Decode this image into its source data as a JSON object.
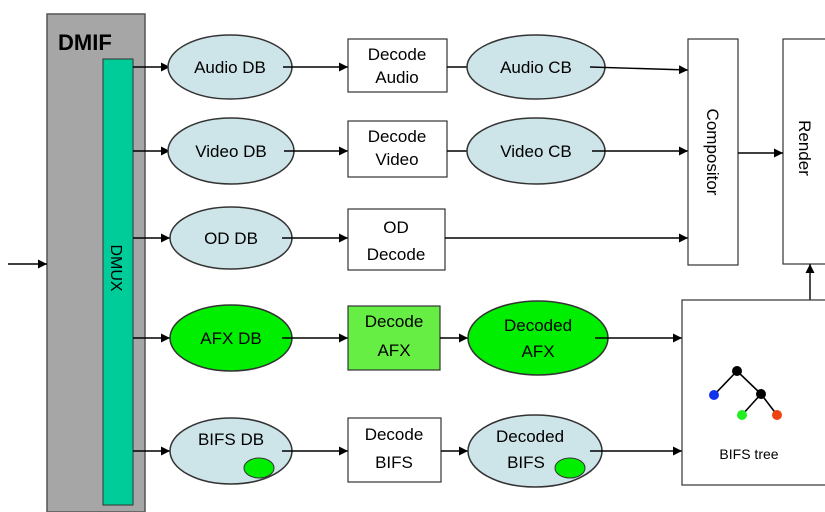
{
  "title": "DMIF",
  "dmux": "DMUX",
  "colors": {
    "dmif_fill": "#a6a6a6",
    "dmux_fill": "#00cc99",
    "buffer_fill": "#cde4e8",
    "afx_fill": "#00ee00",
    "decode_afx_fill": "#66ee44",
    "tree_root": "#000000",
    "tree_blue": "#1133ee",
    "tree_green": "#22ee22",
    "tree_red": "#ee4411"
  },
  "rows": [
    {
      "buffer": "Audio DB",
      "decoder": [
        "Decode",
        "Audio"
      ],
      "output": [
        "Audio CB"
      ]
    },
    {
      "buffer": "Video DB",
      "decoder": [
        "Decode",
        "Video"
      ],
      "output": [
        "Video CB"
      ]
    },
    {
      "buffer": "OD DB",
      "decoder": [
        "OD",
        "Decode"
      ],
      "output": []
    },
    {
      "buffer": "AFX DB",
      "decoder": [
        "Decode",
        "AFX"
      ],
      "output": [
        "Decoded",
        "AFX"
      ]
    },
    {
      "buffer": "BIFS DB",
      "decoder": [
        "Decode",
        "BIFS"
      ],
      "output": [
        "Decoded",
        "BIFS"
      ]
    }
  ],
  "compositor": "Compositor",
  "render": "Render",
  "bifs_tree": "BIFS tree"
}
